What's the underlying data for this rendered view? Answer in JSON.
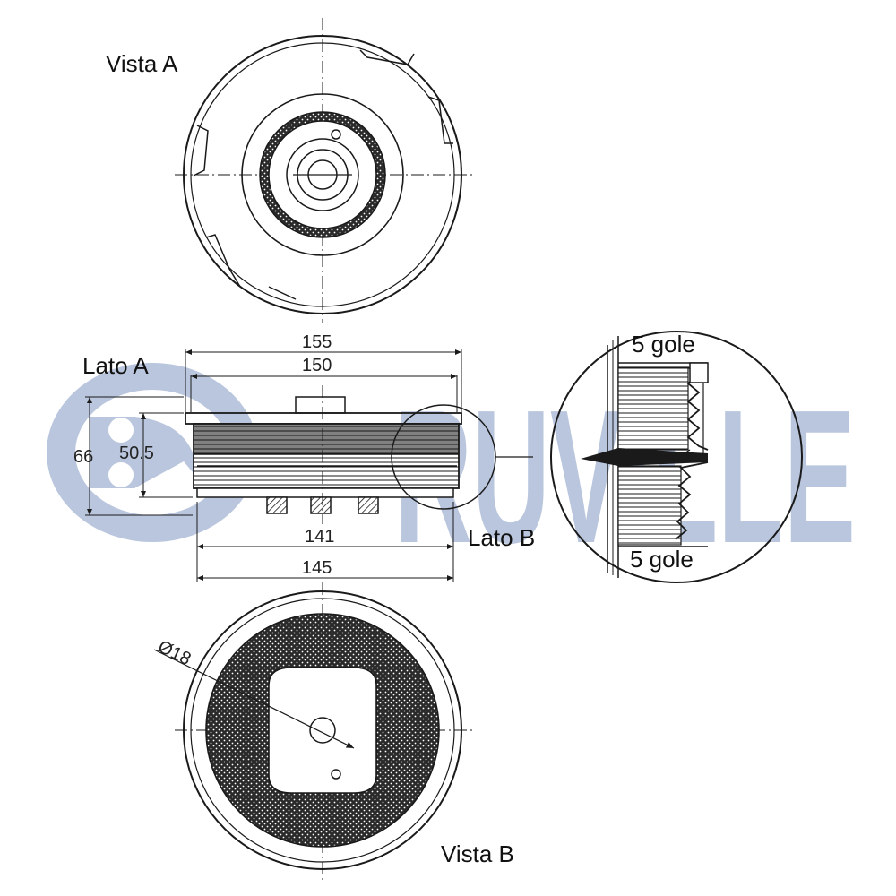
{
  "brand": {
    "name": "RUVILLE",
    "color": "#b9c6dd"
  },
  "views": {
    "vista_a": "Vista A",
    "vista_b": "Vista B",
    "lato_a": "Lato A",
    "lato_b": "Lato B"
  },
  "dimensions": {
    "d155": "155",
    "d150": "150",
    "d141": "141",
    "d145": "145",
    "h66": "66",
    "h50_5": "50.5",
    "bore": "Ø18"
  },
  "detail": {
    "grooves_top": "5 gole",
    "grooves_bottom": "5 gole"
  }
}
